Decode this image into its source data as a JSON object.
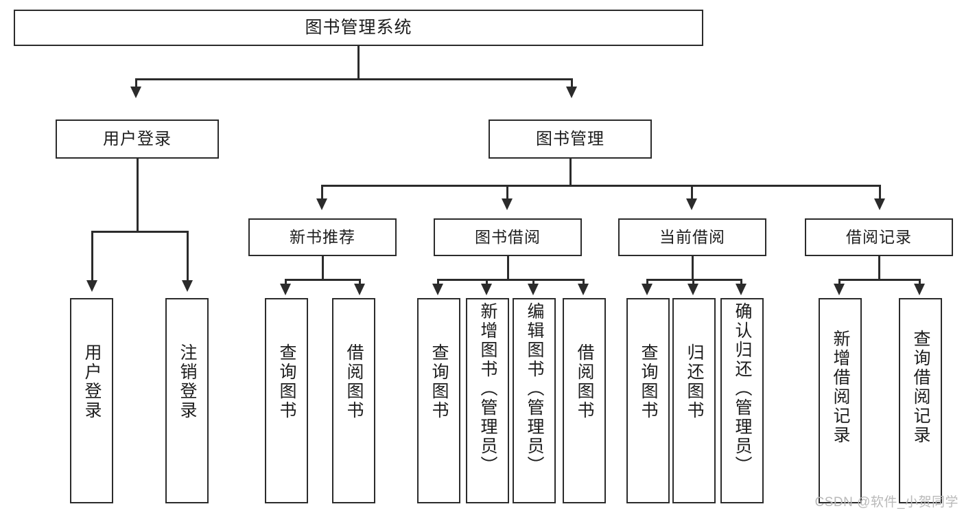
{
  "diagram": {
    "title": "图书管理系统",
    "type": "tree",
    "watermark": "CSDN @软件_小贺同学",
    "colors": {
      "stroke": "#2b2b2b",
      "fill": "#ffffff",
      "text": "#1d1d1d",
      "watermark": "#b9b9b9"
    },
    "nodes": {
      "root": {
        "label": "图书管理系统"
      },
      "level1": [
        {
          "label": "用户登录"
        },
        {
          "label": "图书管理"
        }
      ],
      "level2": [
        {
          "label": "新书推荐"
        },
        {
          "label": "图书借阅"
        },
        {
          "label": "当前借阅"
        },
        {
          "label": "借阅记录"
        }
      ],
      "leaves": {
        "user_login": [
          {
            "label": "用户登录"
          },
          {
            "label": "注销登录"
          }
        ],
        "new_book": [
          {
            "label": "查询图书"
          },
          {
            "label": "借阅图书"
          }
        ],
        "book_borrow": [
          {
            "label": "查询图书"
          },
          {
            "label": "新增图书（管理员）"
          },
          {
            "label": "编辑图书（管理员）"
          },
          {
            "label": "借阅图书"
          }
        ],
        "current_borrow": [
          {
            "label": "查询图书"
          },
          {
            "label": "归还图书"
          },
          {
            "label": "确认归还（管理员）"
          }
        ],
        "borrow_record": [
          {
            "label": "新增借阅记录"
          },
          {
            "label": "查询借阅记录"
          }
        ]
      }
    }
  }
}
